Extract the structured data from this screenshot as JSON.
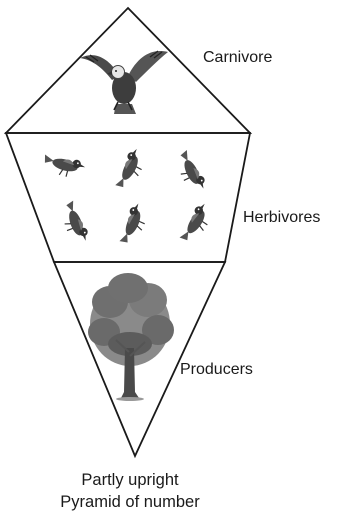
{
  "levels": {
    "top": {
      "label": "Carnivore",
      "icon": "eagle-icon"
    },
    "middle": {
      "label": "Herbivores",
      "icon": "bird-icon"
    },
    "bottom": {
      "label": "Producers",
      "icon": "tree-icon"
    }
  },
  "caption": {
    "line1": "Partly upright",
    "line2": "Pyramid of number"
  },
  "colors": {
    "outline": "#1a1a1a",
    "text": "#1a1a1a",
    "illustration": "#4a4a4a"
  }
}
